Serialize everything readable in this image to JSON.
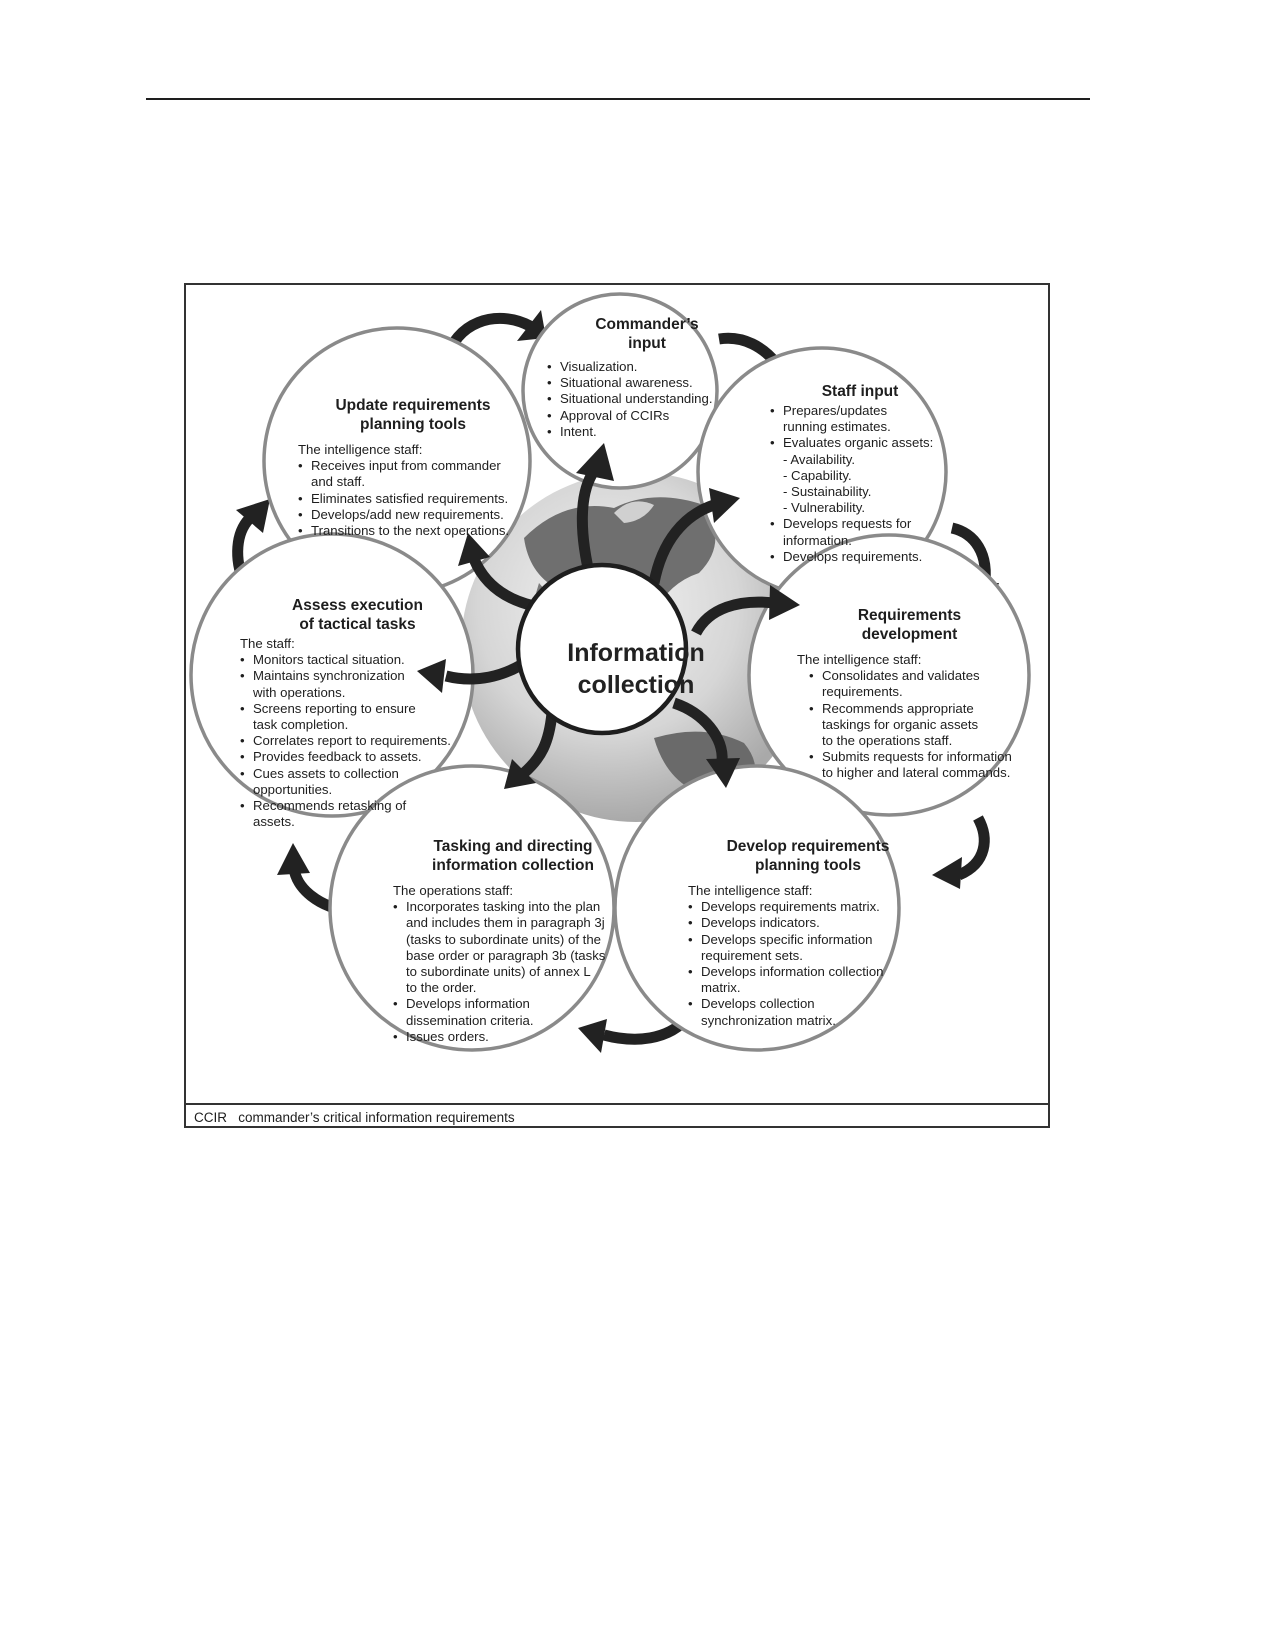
{
  "footer": {
    "abbr": "CCIR",
    "definition": "commander’s critical information requirements"
  },
  "center": {
    "label": "Information\ncollection"
  },
  "nodes": [
    {
      "id": "commanders-input",
      "title": "Commander’s\ninput",
      "intro": "",
      "items": [
        "Visualization.",
        "Situational awareness.",
        "Situational understanding.",
        "Approval of CCIRs",
        "Intent."
      ]
    },
    {
      "id": "staff-input",
      "title": "Staff input",
      "intro": "",
      "items": [
        "Prepares/updates\nrunning estimates.",
        "Evaluates organic assets:\n- Availability.\n- Capability.\n- Sustainability.\n- Vulnerability.",
        "Develops requests for\ninformation.",
        "Develops requirements."
      ]
    },
    {
      "id": "requirements-development",
      "title": "Requirements\ndevelopment",
      "intro": "The intelligence staff:",
      "items": [
        "Consolidates and validates\nrequirements.",
        "Recommends appropriate\ntaskings for organic assets\nto the operations staff.",
        "Submits requests for information\nto higher and lateral commands."
      ]
    },
    {
      "id": "develop-requirements-planning-tools",
      "title": "Develop requirements\nplanning tools",
      "intro": "The intelligence staff:",
      "items": [
        "Develops requirements matrix.",
        "Develops indicators.",
        "Develops specific information\nrequirement sets.",
        "Develops information collection\nmatrix.",
        "Develops collection\nsynchronization matrix."
      ]
    },
    {
      "id": "tasking-and-directing",
      "title": "Tasking and directing\ninformation collection",
      "intro": "The operations staff:",
      "items": [
        "Incorporates tasking into the plan\nand includes them in paragraph 3j\n(tasks to subordinate units) of the\nbase order or paragraph 3b (tasks\nto subordinate units) of annex L\nto the order.",
        "Develops information\ndissemination criteria.",
        "Issues orders."
      ]
    },
    {
      "id": "assess-execution",
      "title": "Assess execution\nof tactical tasks",
      "intro": "The staff:",
      "items": [
        "Monitors tactical situation.",
        "Maintains synchronization\nwith operations.",
        "Screens reporting to ensure\ntask completion.",
        "Correlates report to requirements.",
        "Provides feedback to assets.",
        "Cues assets to collection\nopportunities.",
        "Recommends retasking of\nassets."
      ]
    },
    {
      "id": "update-requirements-planning-tools",
      "title": "Update requirements\nplanning tools",
      "intro": "The intelligence staff:",
      "items": [
        "Receives input from commander\nand staff.",
        "Eliminates satisfied requirements.",
        "Develops/add new requirements.",
        "Transitions to the next operations."
      ]
    }
  ]
}
